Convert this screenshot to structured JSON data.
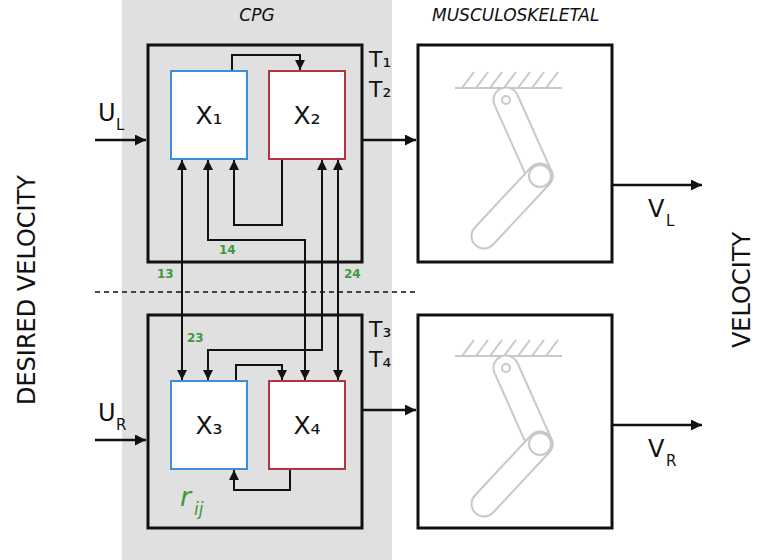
{
  "diagram": {
    "nodes": [
      {
        "text": [
          "CPG"
        ]
      },
      {
        "text": [
          "X₁"
        ],
        "in": 0
      },
      {
        "text": [
          "X₂"
        ],
        "in": 0
      },
      {
        "text": [
          "X₃"
        ],
        "in": 0
      },
      {
        "text": [
          "X₄"
        ],
        "in": 0
      }
    ],
    "edges": [
      {
        "from": 1,
        "to": 2,
        "arrow": "to"
      },
      {
        "from": 2,
        "to": 1,
        "arrow": "to"
      },
      {
        "from": 1,
        "to": 3,
        "arrow": "both",
        "label": "13"
      },
      {
        "from": 1,
        "to": 4,
        "arrow": "both",
        "label": "14"
      },
      {
        "from": 2,
        "to": 3,
        "arrow": "both",
        "label": "23"
      },
      {
        "from": 2,
        "to": 4,
        "arrow": "both",
        "label": "24"
      },
      {
        "from": 3,
        "to": 4,
        "arrow": "to"
      },
      {
        "from": 4,
        "to": 3,
        "arrow": "to"
      }
    ],
    "labels": [
      "MUSCULOSKELETAL",
      "DESIRED VELOCITY",
      "VELOCITY",
      "U",
      "L",
      "T₁",
      "T₂",
      "V",
      "L",
      "U",
      "R",
      "T₃",
      "T₄",
      "V",
      "R",
      "r",
      "ij"
    ]
  }
}
